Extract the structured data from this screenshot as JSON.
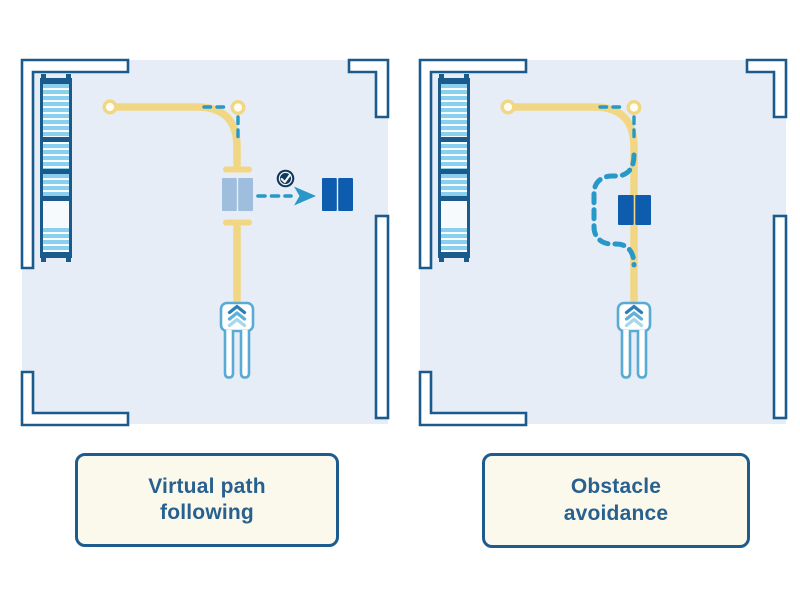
{
  "diagram": {
    "kind": "agv-navigation-infographic",
    "panels": [
      {
        "id": "virtual-path-following",
        "caption_lines": [
          "Virtual path",
          "following"
        ],
        "icons": [
          "storage-rack",
          "path-start-node",
          "path-corner-node",
          "virtual-path-line",
          "planned-route-dashes",
          "agv-robot",
          "pallet-load-box",
          "check-icon",
          "transfer-arrow-icon",
          "destination-box"
        ]
      },
      {
        "id": "obstacle-avoidance",
        "caption_lines": [
          "Obstacle",
          "avoidance"
        ],
        "icons": [
          "storage-rack",
          "path-start-node",
          "path-corner-node",
          "virtual-path-line",
          "planned-route-dashes",
          "detour-route-dashes",
          "agv-robot",
          "obstacle-box"
        ]
      }
    ],
    "colors": {
      "room_fill": "#e7edf6",
      "wall_blue": "#1a5a8c",
      "path_yellow": "#f1d783",
      "node_fill": "#fffdf2",
      "route_teal": "#2798c8",
      "pallet_light_blue": "#9fbede",
      "box_dark_blue": "#0e5cad",
      "rack_stripe_blue": "#8bcfee",
      "robot_outline": "#58abd4",
      "chevron_dark": "#2e7fb3",
      "chevron_mid": "#5fb0d8",
      "chevron_light": "#a6d7ec",
      "check_navy": "#13365c",
      "caption_bg": "#fbf8ec",
      "caption_border": "#1e5c8e",
      "caption_text": "#28618f"
    }
  }
}
